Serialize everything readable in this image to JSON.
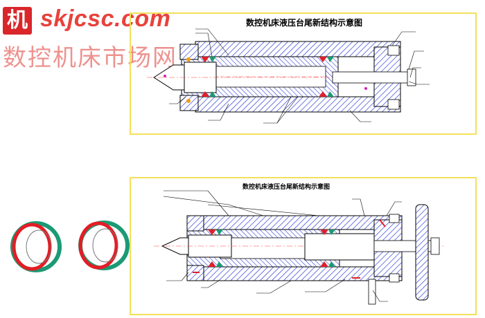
{
  "watermark": {
    "logo_char": "机",
    "site_url": "skjcsc.com",
    "site_name_cn": "数控机床市场网"
  },
  "diagrams": [
    {
      "title": "数控机床液压台尾新结构示意图"
    },
    {
      "title": "数控机床液压台尾新结构示意图"
    }
  ],
  "colors": {
    "frame": "#f3e05a",
    "hatch": "#2f3fd6",
    "seal_red": "#e0202a",
    "seal_green": "#1a9a72",
    "rings_red": "#e31d25",
    "rings_green": "#1b9a74",
    "watermark_red": "#e8423c"
  }
}
